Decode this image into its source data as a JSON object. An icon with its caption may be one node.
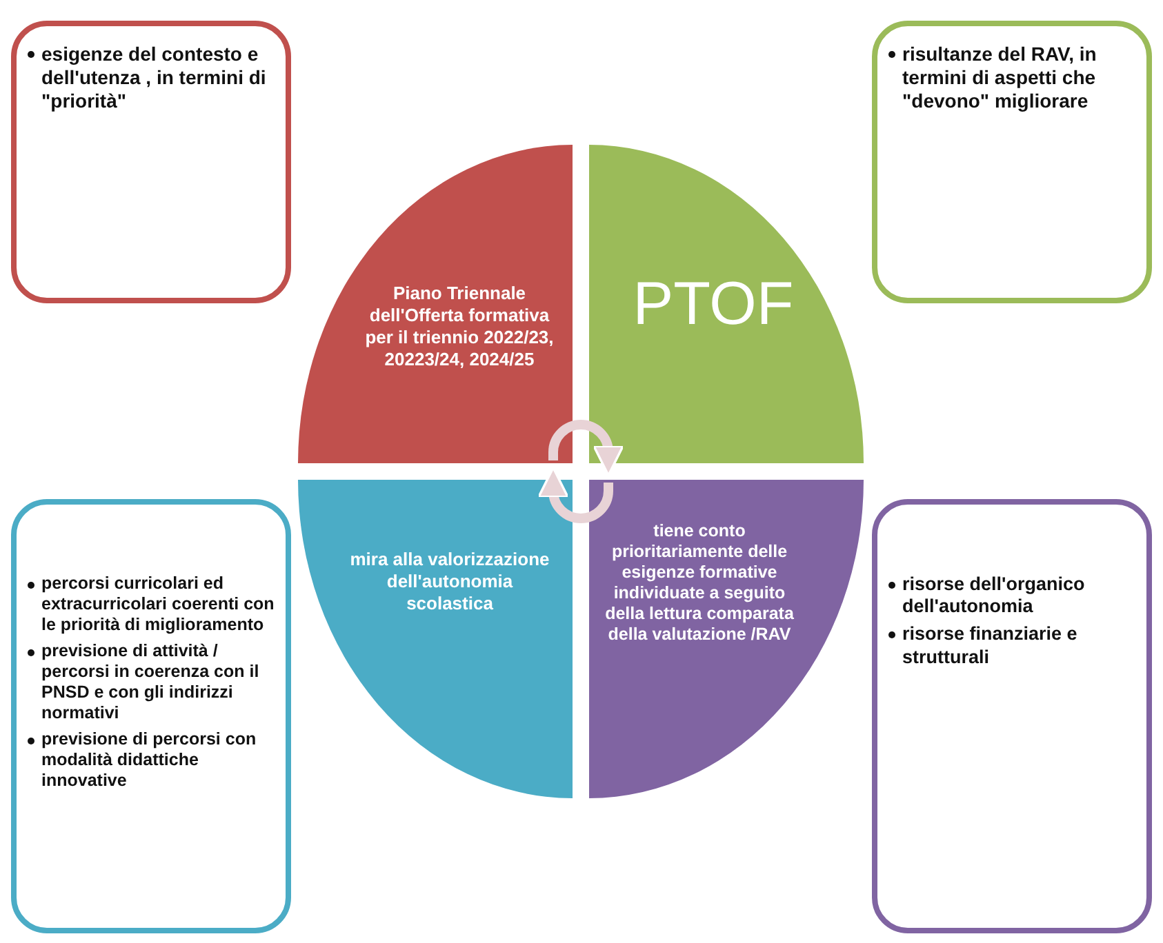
{
  "diagram": {
    "nodes": [
      {
        "text": [
          "esigenze del contesto e dell'utenza , in termini di \"priorità\""
        ]
      },
      {
        "text": [
          "risultanze del RAV, in termini di aspetti che \"devono\" migliorare"
        ]
      },
      {
        "text": [
          "percorsi curricolari ed extracurricolari coerenti con le priorità di miglioramento",
          "previsione di attività / percorsi in coerenza con il PNSD e con gli indirizzi normativi",
          "previsione di percorsi con modalità didattiche innovative"
        ]
      },
      {
        "text": [
          "risorse dell'organico dell'autonomia",
          "risorse finanziarie e strutturali"
        ]
      },
      {
        "text": [
          "Piano Triennale dell'Offerta formativa per il triennio 2022/23, 20223/24, 2024/25"
        ]
      },
      {
        "text": [
          "PTOF"
        ]
      },
      {
        "text": [
          "mira alla valorizzazione dell'autonomia scolastica"
        ]
      },
      {
        "text": [
          "tiene conto prioritariamente delle esigenze formative individuate a seguito della lettura comparata della valutazione /RAV"
        ]
      }
    ],
    "edges": [
      {
        "from": 4,
        "to": 5,
        "arrow": "to"
      },
      {
        "from": 7,
        "to": 6,
        "arrow": "to"
      }
    ]
  }
}
